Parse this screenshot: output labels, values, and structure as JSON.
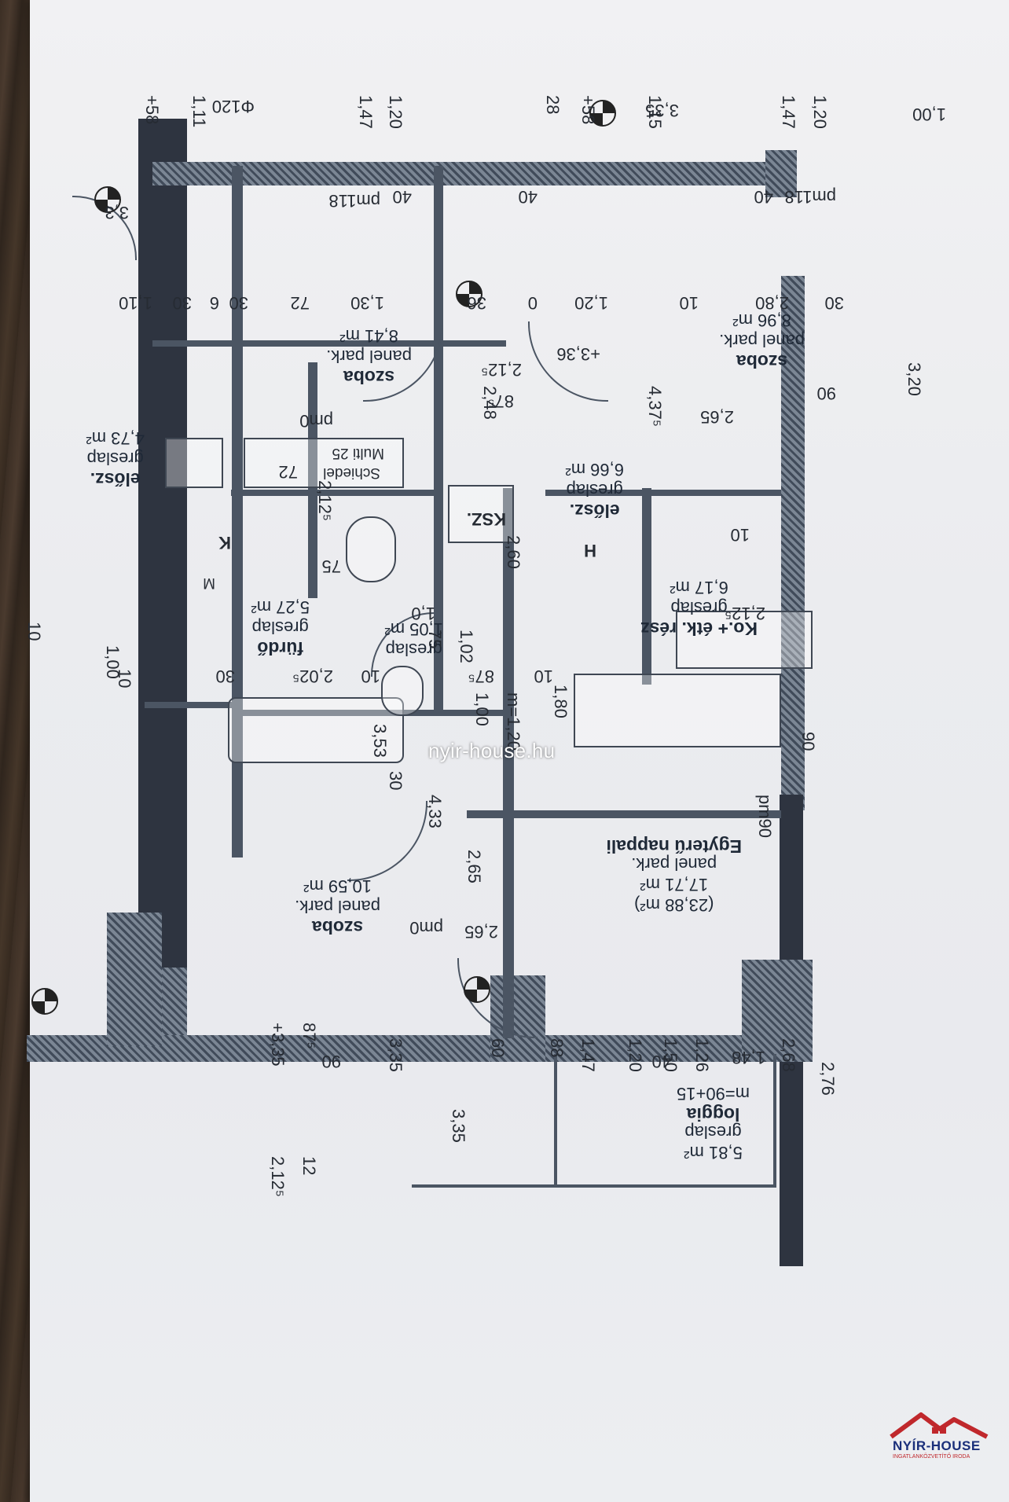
{
  "watermark": "nyir-house.hu",
  "logo": {
    "name": "NYÍR-HOUSE",
    "sub": "INGATLANKÖZVETÍTŐ IRODA"
  },
  "rooms": {
    "szoba_top_left": {
      "name": "szoba",
      "floor": "panel park.",
      "area": "8,41 m²"
    },
    "szoba_top_right": {
      "name": "szoba",
      "floor": "panel park.",
      "area": "8,96 m²"
    },
    "eloszoba_left": {
      "name": "elősz.",
      "floor": "greslap",
      "area": "4,73 m²"
    },
    "eloszoba_center": {
      "name": "elősz.",
      "floor": "greslap",
      "area": "6,66 m²"
    },
    "furdo": {
      "name": "fürdő",
      "floor": "greslap",
      "area": "5,27 m²"
    },
    "wc": {
      "name": "",
      "floor": "greslap",
      "area": "1,05 m²"
    },
    "konyha": {
      "name": "Ko.+ étk. rész",
      "floor": "greslap",
      "area": "6,17 m²"
    },
    "szoba_bottom": {
      "name": "szoba",
      "floor": "panel park.",
      "area": "10,59 m²"
    },
    "nappali": {
      "name": "Egyterű nappali",
      "floor": "panel park.",
      "area": "17,71 m²",
      "area_total": "(23,88 m²)"
    },
    "loggia": {
      "name": "loggia",
      "floor": "greslap",
      "area": "5,81 m²",
      "note": "m=90+15"
    }
  },
  "fixtures": {
    "ksz": "KSZ.",
    "k": "K",
    "h": "H",
    "m": "M",
    "schiedel": "Schiedel",
    "multi": "Multi 25",
    "phi": "Φ120"
  },
  "dims": {
    "top_row": [
      "1,10",
      "30",
      "6",
      "30",
      "72",
      "1,30",
      "36",
      "0",
      "1,20",
      "10",
      "2,80",
      "30"
    ],
    "heights": [
      "1,47",
      "1,20",
      "1,47",
      "1,20",
      "28",
      "1,15",
      "1,11",
      "1,00",
      "+58",
      "+58",
      "3,35",
      "3,3"
    ],
    "mid_row": [
      "30",
      "2,02⁵",
      "10",
      "87⁵",
      "10"
    ],
    "misc": [
      "40",
      "40",
      "40",
      "pm118",
      "pm118",
      "2,12⁵",
      "87⁵",
      "4,37⁵",
      "+3,36",
      "3,20",
      "2,48",
      "72",
      "75",
      "1,02",
      "75",
      "1,0",
      "2,60",
      "2,12⁵",
      "1,00",
      "m=1,20",
      "1,80",
      "10",
      "10",
      "2,12⁵",
      "1,00",
      "10",
      "3,53",
      "4,33",
      "30",
      "pm90",
      "pm0",
      "pm0",
      "2,65",
      "90",
      "2,65",
      "90",
      "2,65",
      "90",
      "40",
      "1,48",
      "60",
      "88",
      "1,47",
      "1,20",
      "1,50",
      "1,26",
      "2,68",
      "2,76",
      "3,35",
      "3,35",
      "+3,35",
      "87⁵",
      "2,12⁵",
      "12"
    ]
  }
}
